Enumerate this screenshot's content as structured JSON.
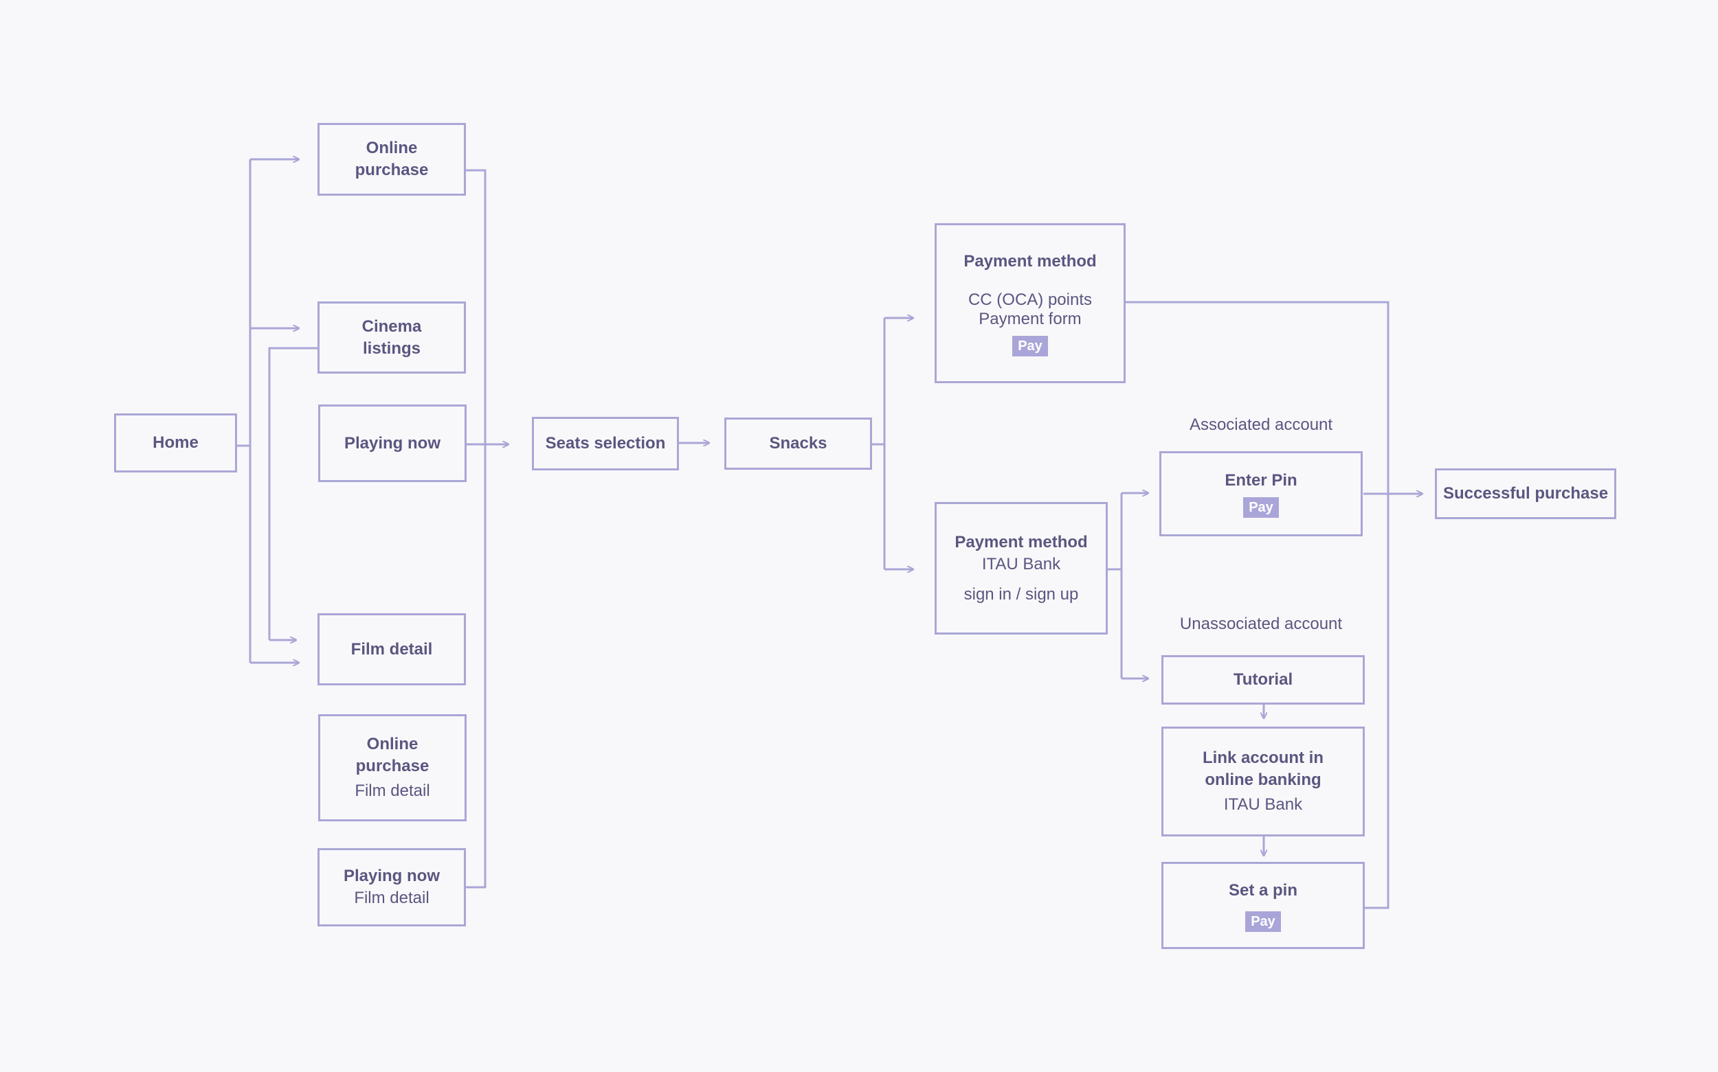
{
  "colors": {
    "background": "#f8f8fa",
    "line": "#aaa6d6",
    "text": "#5a5680",
    "pay_badge": "#a9a5d8"
  },
  "nodes": {
    "home": "Home",
    "online_purchase": {
      "line1": "Online",
      "line2": "purchase"
    },
    "cinema_listings": {
      "line1": "Cinema",
      "line2": "listings"
    },
    "playing_now": "Playing now",
    "film_detail": "Film detail",
    "online_purchase_film_detail": {
      "line1": "Online",
      "line2": "purchase",
      "sub": "Film detail"
    },
    "playing_now_film_detail": {
      "title": "Playing now",
      "sub": "Film detail"
    },
    "seats_selection": "Seats selection",
    "snacks": "Snacks",
    "payment_method_oca": {
      "title": "Payment method",
      "line1": "CC (OCA) points",
      "line2": "Payment form",
      "pay": "Pay"
    },
    "payment_method_itau": {
      "title": "Payment method",
      "line1": "ITAU Bank",
      "line2": "sign in / sign up"
    },
    "enter_pin": {
      "title": "Enter Pin",
      "pay": "Pay"
    },
    "tutorial": "Tutorial",
    "link_account": {
      "line1": "Link account in",
      "line2": "online banking",
      "sub": "ITAU Bank"
    },
    "set_pin": {
      "title": "Set a pin",
      "pay": "Pay"
    },
    "successful_purchase": "Successful purchase"
  },
  "labels": {
    "associated_account": "Associated account",
    "unassociated_account": "Unassociated account"
  }
}
